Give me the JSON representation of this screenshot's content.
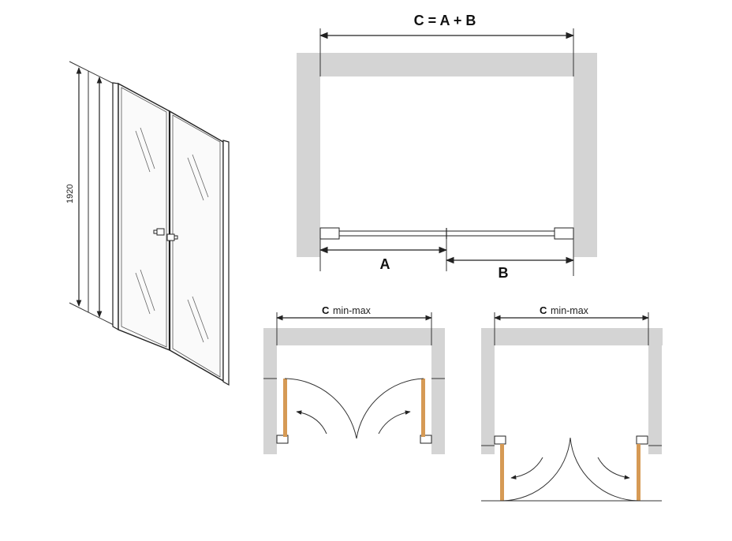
{
  "perspective": {
    "height_label": "1920"
  },
  "top_plan": {
    "formula": "C = A + B",
    "label_a": "A",
    "label_b": "B"
  },
  "plan_inward": {
    "dim_c": "C",
    "dim_range": "min-max"
  },
  "plan_outward": {
    "dim_c": "C",
    "dim_range": "min-max"
  },
  "colors": {
    "wall": "#d4d4d4",
    "door": "#d69a55",
    "line": "#222222"
  }
}
